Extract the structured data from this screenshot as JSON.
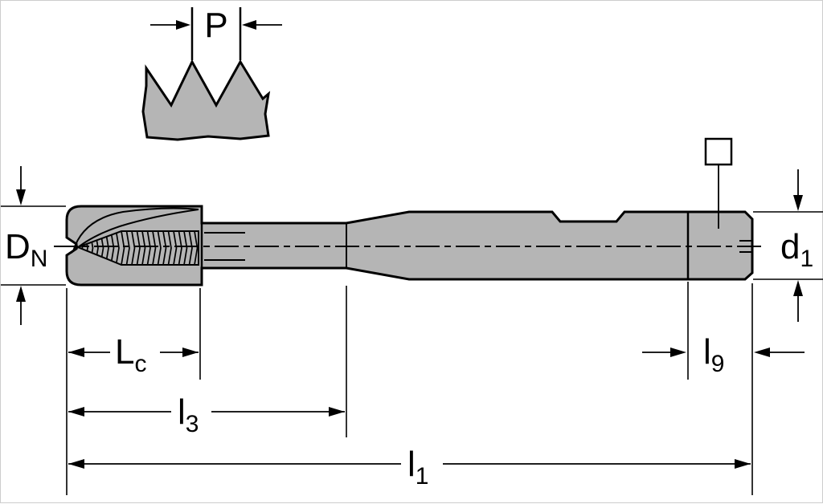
{
  "drawing": {
    "labels": {
      "pitch": {
        "main": "P",
        "sub": ""
      },
      "thread_diameter": {
        "main": "D",
        "sub": "N"
      },
      "shank_diameter": {
        "main": "d",
        "sub": "1"
      },
      "chamfer_length": {
        "main": "L",
        "sub": "c"
      },
      "thread_length": {
        "main": "l",
        "sub": "3"
      },
      "overall_length": {
        "main": "l",
        "sub": "1"
      },
      "square_length": {
        "main": "l",
        "sub": "9"
      }
    },
    "colors": {
      "body_fill": "#b5b5b5",
      "line": "#000000",
      "background": "#ffffff"
    }
  }
}
